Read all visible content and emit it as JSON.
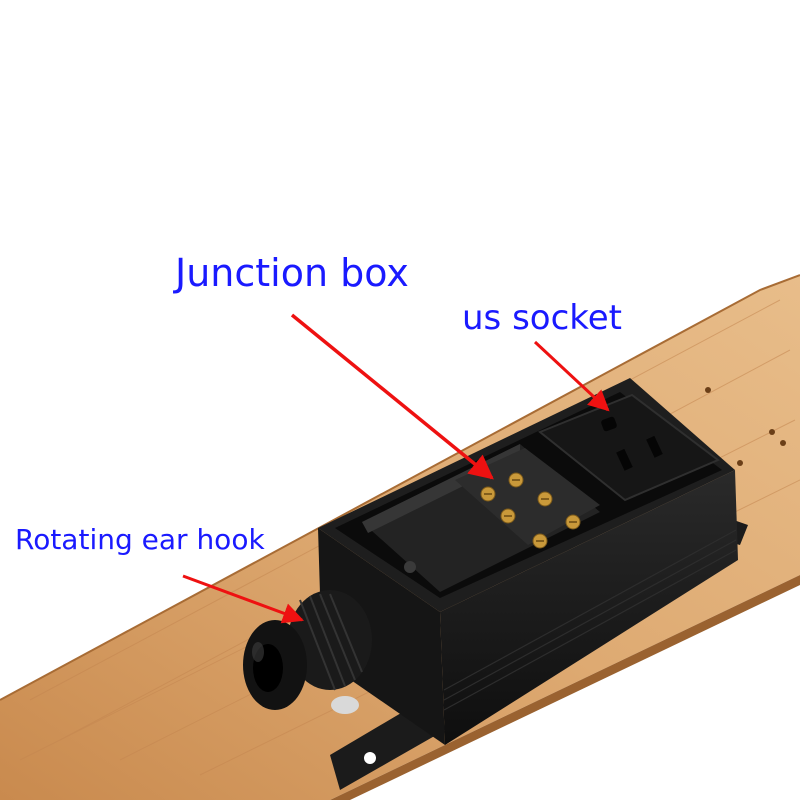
{
  "labels": {
    "junction_box": "Junction box",
    "us_socket": "us socket",
    "rotating_ear_hook": "Rotating ear hook"
  },
  "colors": {
    "label_text": "#1a1aff",
    "arrow": "#ee1111",
    "wood": "#d9a46c",
    "housing": "#1c1c1c",
    "terminal": "#b8892e",
    "background": "#ffffff"
  },
  "icons": {
    "junction_box": "pdu-junction-box",
    "socket": "us-outlet-icon",
    "gland": "cable-gland"
  }
}
